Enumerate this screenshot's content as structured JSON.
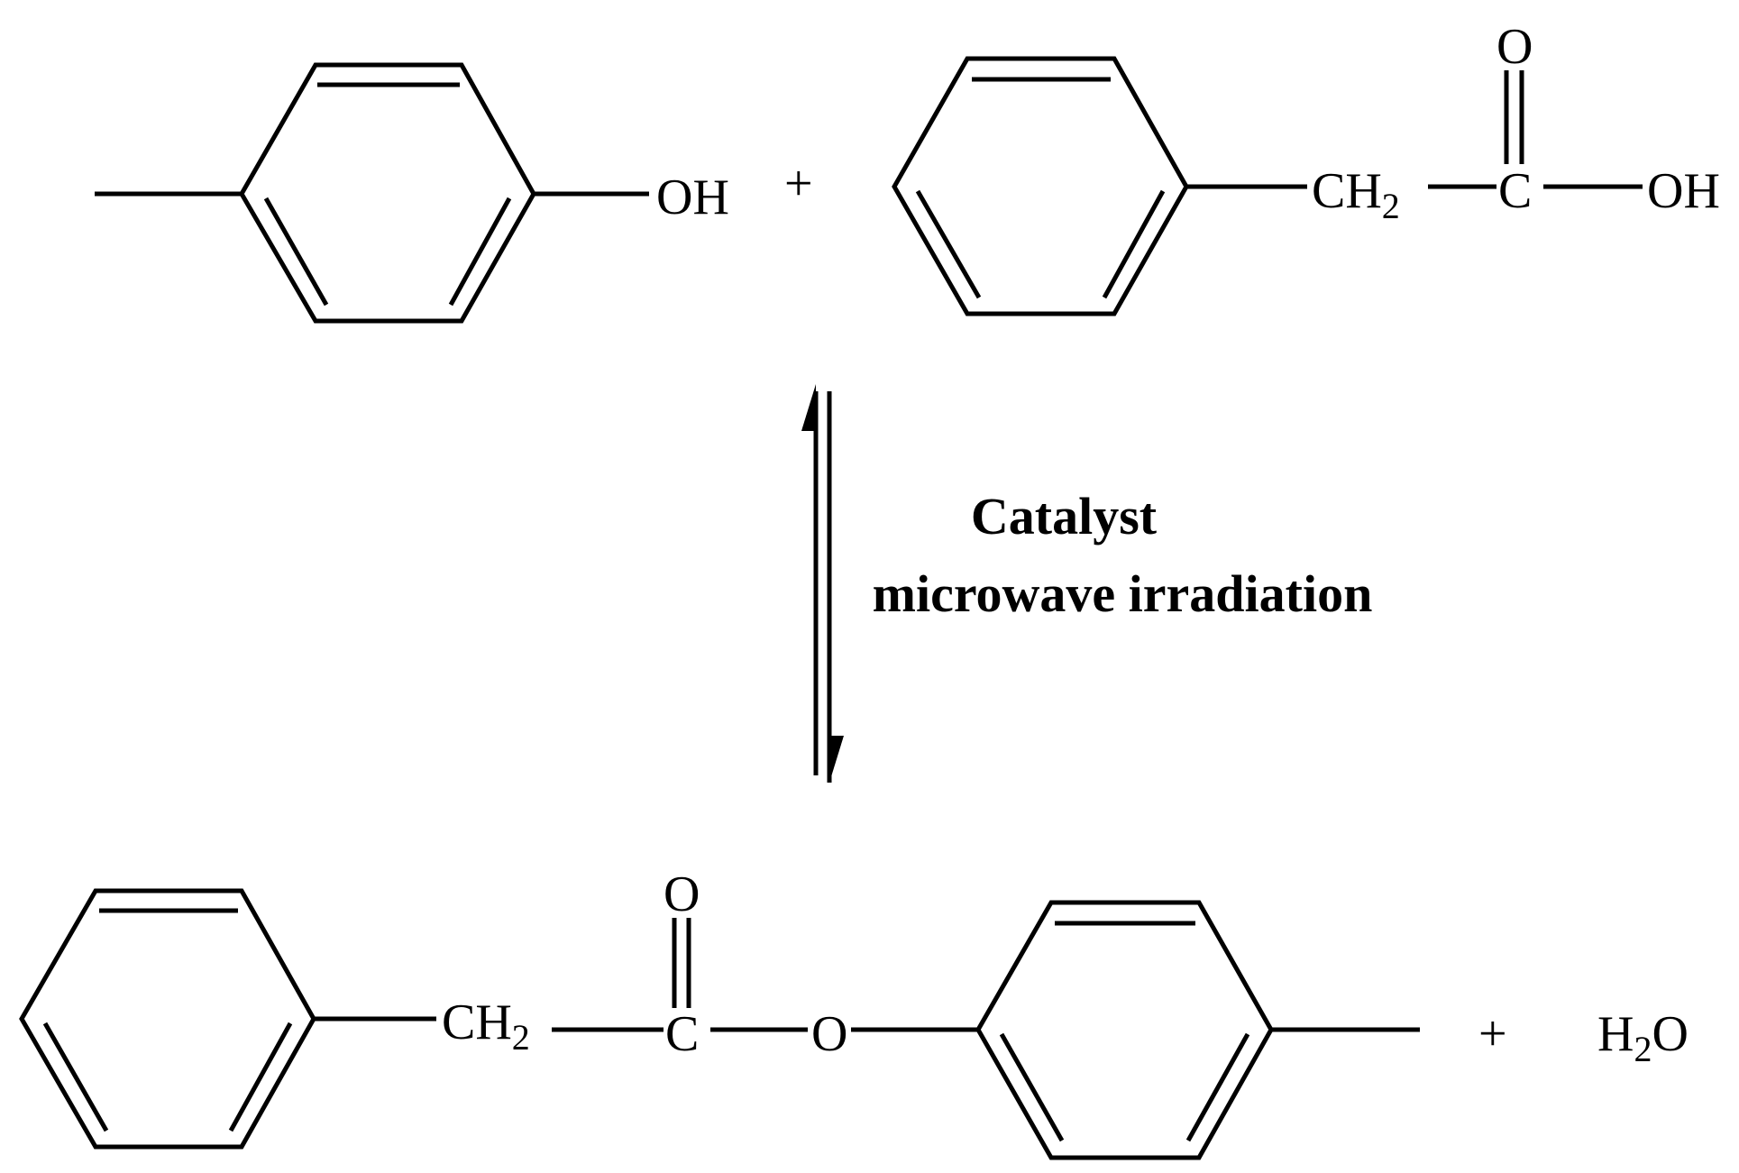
{
  "reactants": {
    "phenol": {
      "hydroxyl": "OH"
    },
    "plus": "+",
    "acid": {
      "methylene": "CH",
      "methylene_sub": "2",
      "carbonyl_c": "C",
      "carbonyl_o": "O",
      "hydroxyl": "OH"
    }
  },
  "conditions": {
    "line1": "Catalyst",
    "line2": "microwave irradiation"
  },
  "products": {
    "ester": {
      "methylene": "CH",
      "methylene_sub": "2",
      "carbonyl_c": "C",
      "carbonyl_o": "O",
      "ester_o": "O"
    },
    "plus": "+",
    "water": {
      "h": "H",
      "sub": "2",
      "o": "O"
    }
  }
}
